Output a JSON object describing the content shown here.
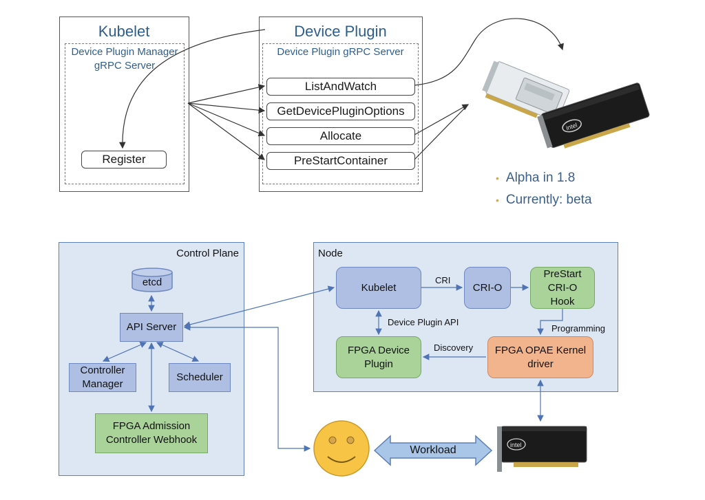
{
  "top": {
    "kubelet": {
      "title": "Kubelet",
      "server": "Device Plugin Manager gRPC Server",
      "register": "Register"
    },
    "device_plugin": {
      "title": "Device Plugin",
      "server": "Device Plugin gRPC Server",
      "methods": [
        "ListAndWatch",
        "GetDevicePluginOptions",
        "Allocate",
        "PreStartContainer"
      ]
    },
    "bullets": [
      "Alpha in 1.8",
      "Currently: beta"
    ]
  },
  "bottom": {
    "control_plane": {
      "label": "Control Plane",
      "etcd": "etcd",
      "api_server": "API Server",
      "controller_manager": "Controller Manager",
      "scheduler": "Scheduler",
      "fpga_admission": "FPGA Admission Controller Webhook"
    },
    "node": {
      "label": "Node",
      "kubelet": "Kubelet",
      "crio": "CRI-O",
      "prestart_hook": "PreStart CRI-O Hook",
      "fpga_device_plugin": "FPGA Device Plugin",
      "fpga_opae": "FPGA OPAE Kernel driver",
      "labels": {
        "cri": "CRI",
        "device_plugin_api": "Device Plugin API",
        "programming": "Programming",
        "discovery": "Discovery"
      }
    },
    "workload": "Workload"
  },
  "colors": {
    "panel": "#dde6f3",
    "blue_box": "#aebfe3",
    "green_box": "#aad39a",
    "orange_box": "#f2b48d",
    "accent_text": "#2e5e8e",
    "bullet_dot": "#d7a64a"
  },
  "icons": [
    "fpga-card-icon",
    "smiley-user-icon",
    "database-cylinder-icon"
  ]
}
